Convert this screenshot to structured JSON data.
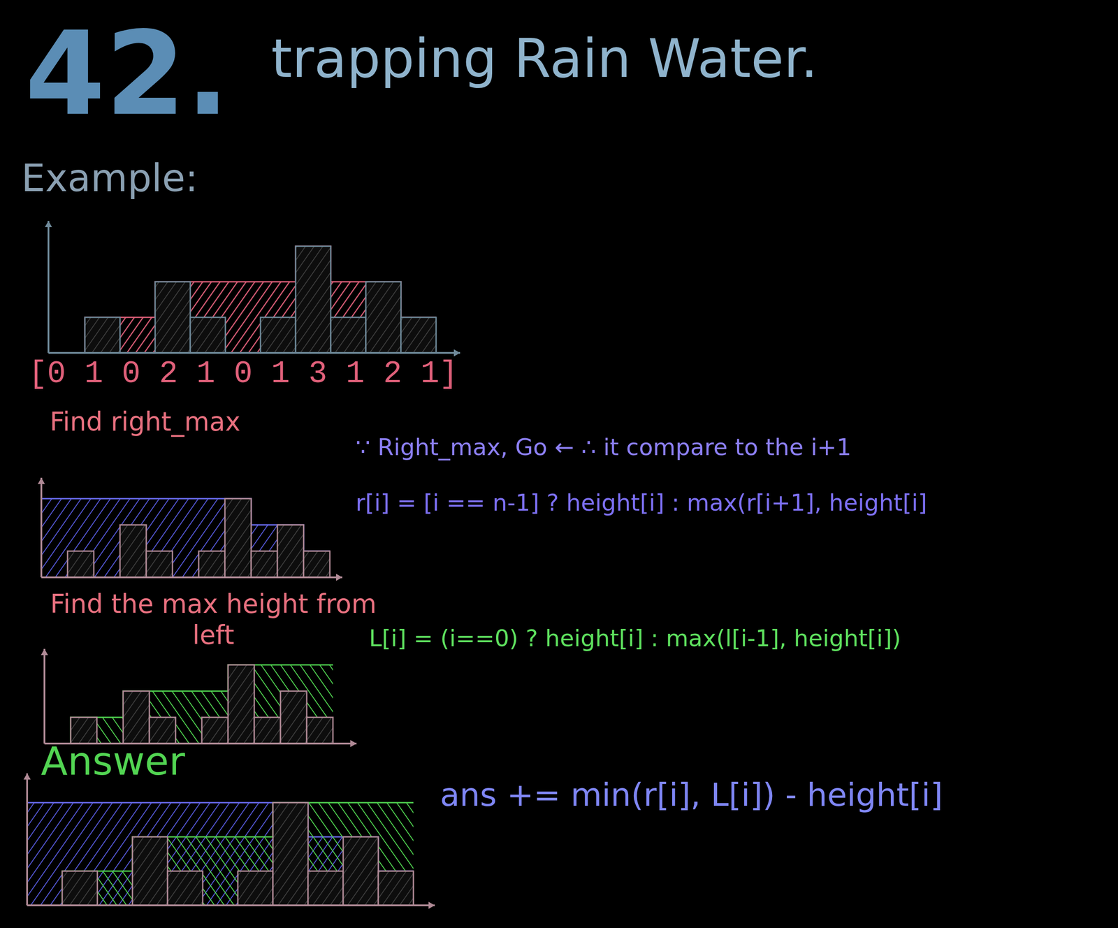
{
  "diagram": {
    "title": "trapping Rain Water.",
    "labels": [
      "42.",
      "Example:",
      "[0 1 0 2 1 0 1 3 1 2 1]",
      "Find right_max",
      "∵ Right_max, Go ← ∴ it compare to the i+1",
      "r[i] = [i == n-1] ? height[i] : max(r[i+1], height[i]",
      "Find the max height from left",
      "L[i] = (i==0) ? height[i] : max(l[i-1], height[i])",
      "Answer",
      "ans += min(r[i], L[i]) - height[i]"
    ]
  }
}
